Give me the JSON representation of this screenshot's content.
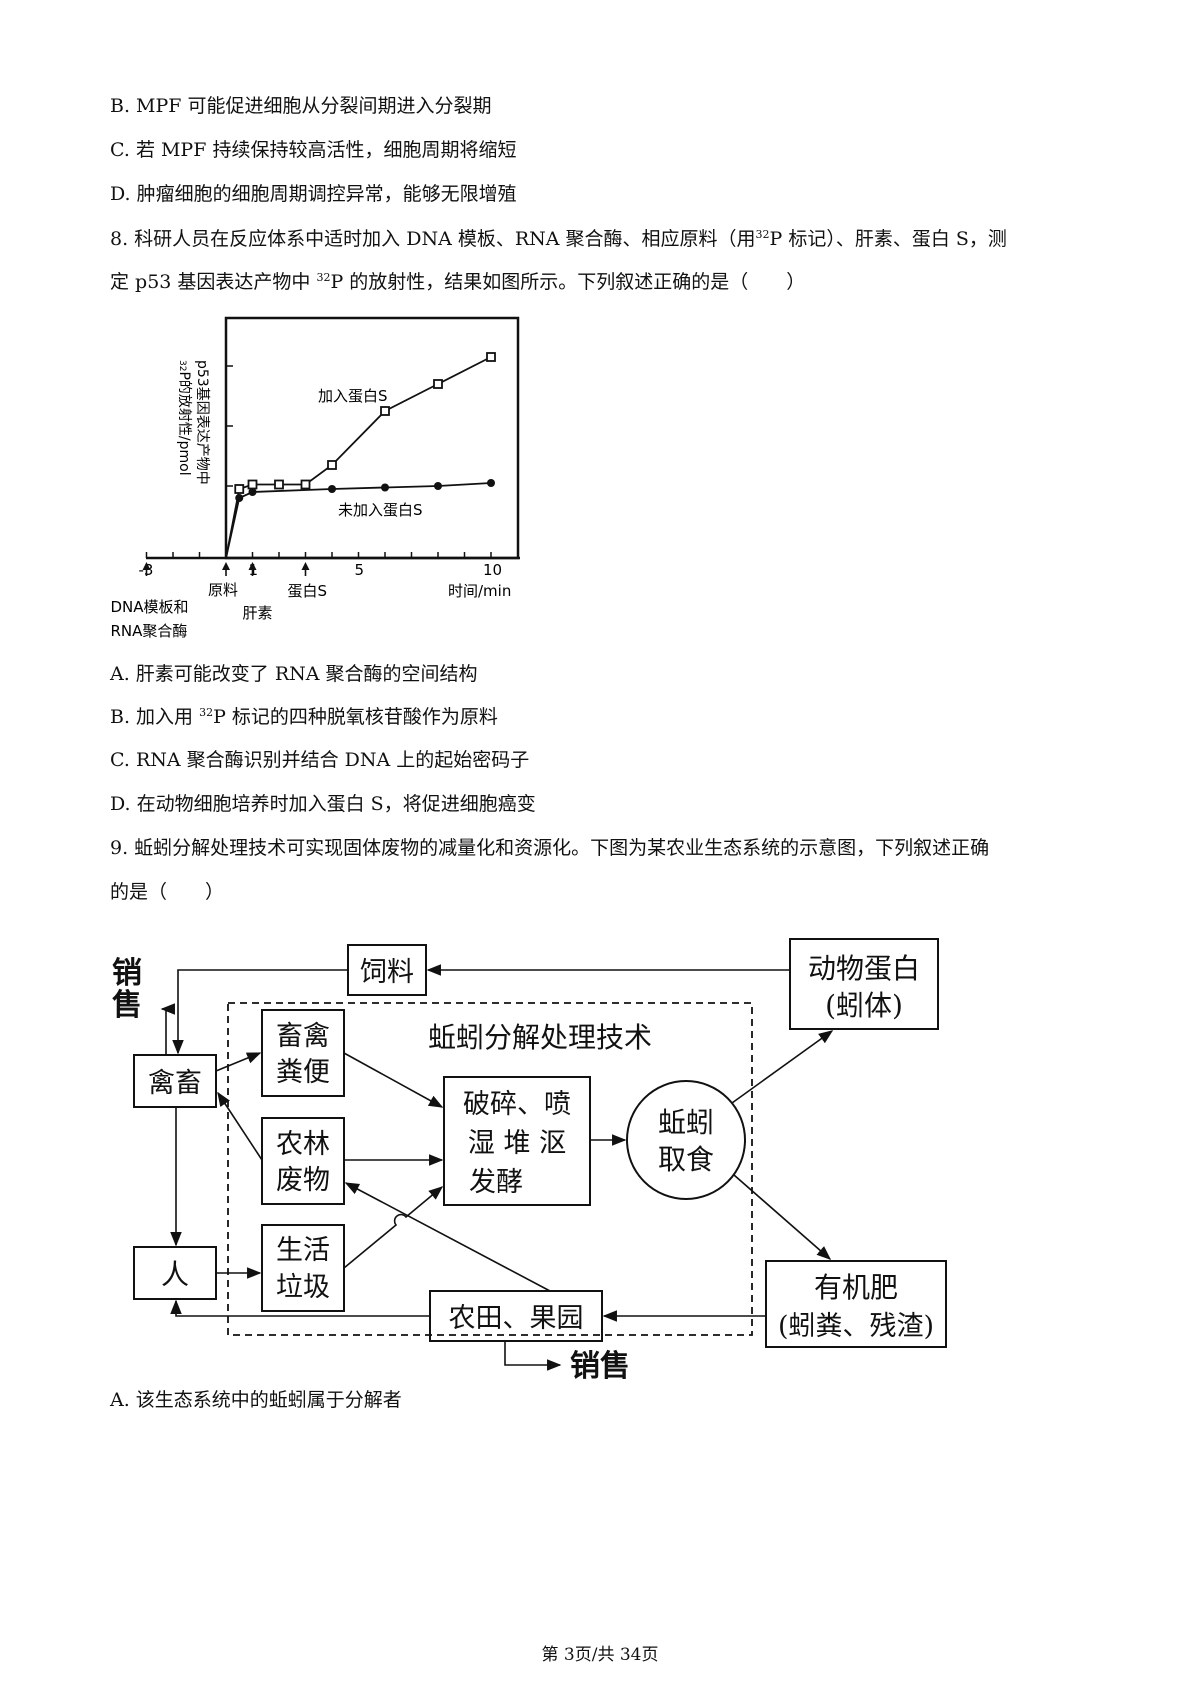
{
  "options_q7": {
    "b": "B. MPF 可能促进细胞从分裂间期进入分裂期",
    "c": "C. 若 MPF 持续保持较高活性，细胞周期将缩短",
    "d": "D. 肿瘤细胞的细胞周期调控异常，能够无限增殖"
  },
  "q8": {
    "line1": "8. 科研人员在反应体系中适时加入 DNA 模板、RNA 聚合酶、相应原料（用",
    "line1_sup": "32",
    "line1_tail": "P 标记）、肝素、蛋白 S，测",
    "line2_pre": "定 p53 基因表达产物中 ",
    "line2_sup": "32",
    "line2_tail": "P 的放射性，结果如图所示。下列叙述正确的是（　　）",
    "options": {
      "a": "A. 肝素可能改变了 RNA 聚合酶的空间结构",
      "b_pre": "B. 加入用 ",
      "b_sup": "32",
      "b_tail": "P 标记的四种脱氧核苷酸作为原料",
      "c": "C. RNA 聚合酶识别并结合 DNA 上的起始密码子",
      "d": "D. 在动物细胞培养时加入蛋白 S，将促进细胞癌变"
    }
  },
  "chart_data": {
    "type": "line",
    "ylabel_line1": "p53基因表达产物中",
    "ylabel_sup": "32",
    "ylabel_line2": "P的放射性/pmol",
    "xlabel": "时间/min",
    "x_ticks": [
      "-3",
      "1",
      "5",
      "10"
    ],
    "x_tick_values": [
      -3,
      1,
      5,
      10
    ],
    "xlim": [
      -3,
      11
    ],
    "ylim": [
      0,
      8
    ],
    "series": [
      {
        "name": "加入蛋白S",
        "marker": "open-square",
        "x": [
          0,
          0.5,
          1,
          2,
          3,
          4,
          6,
          8,
          10
        ],
        "y": [
          0,
          2.3,
          2.45,
          2.45,
          2.45,
          3.1,
          4.9,
          5.8,
          6.7
        ]
      },
      {
        "name": "未加入蛋白S",
        "marker": "filled-circle",
        "x": [
          0,
          0.5,
          1,
          4,
          6,
          8,
          10
        ],
        "y": [
          0,
          2.0,
          2.2,
          2.3,
          2.35,
          2.4,
          2.5
        ]
      }
    ],
    "annotations": [
      {
        "at": -3,
        "label_line1": "DNA模板和",
        "label_line2": "RNA聚合酶"
      },
      {
        "at": 0,
        "label_line1": "原料"
      },
      {
        "at": 1,
        "label_line1": "肝素"
      },
      {
        "at": 3,
        "label_line1": "蛋白S"
      }
    ]
  },
  "q9": {
    "line1": "9. 蚯蚓分解处理技术可实现固体废物的减量化和资源化。下图为某农业生态系统的示意图，下列叙述正确",
    "line2": "的是（　　）",
    "option_a": "A. 该生态系统中的蚯蚓属于分解者"
  },
  "diagram": {
    "title": "蚯蚓分解处理技术",
    "feed": "饲料",
    "animal_protein_1": "动物蛋白",
    "animal_protein_2": "(蚓体)",
    "sale_top_1": "销",
    "sale_top_2": "售",
    "livestock": "禽畜",
    "manure_1": "畜禽",
    "manure_2": "粪便",
    "forest_1": "农林",
    "forest_2": "废物",
    "garbage_1": "生活",
    "garbage_2": "垃圾",
    "process_1": "破碎、喷",
    "process_2": "湿 堆 沤",
    "process_3": "发酵",
    "earthworm_1": "蚯蚓",
    "earthworm_2": "取食",
    "human": "人",
    "fertilizer_1": "有机肥",
    "fertilizer_2": "(蚓粪、残渣)",
    "farm": "农田、果园",
    "sale_bottom": "销售"
  },
  "footer": "第 3页/共 34页"
}
